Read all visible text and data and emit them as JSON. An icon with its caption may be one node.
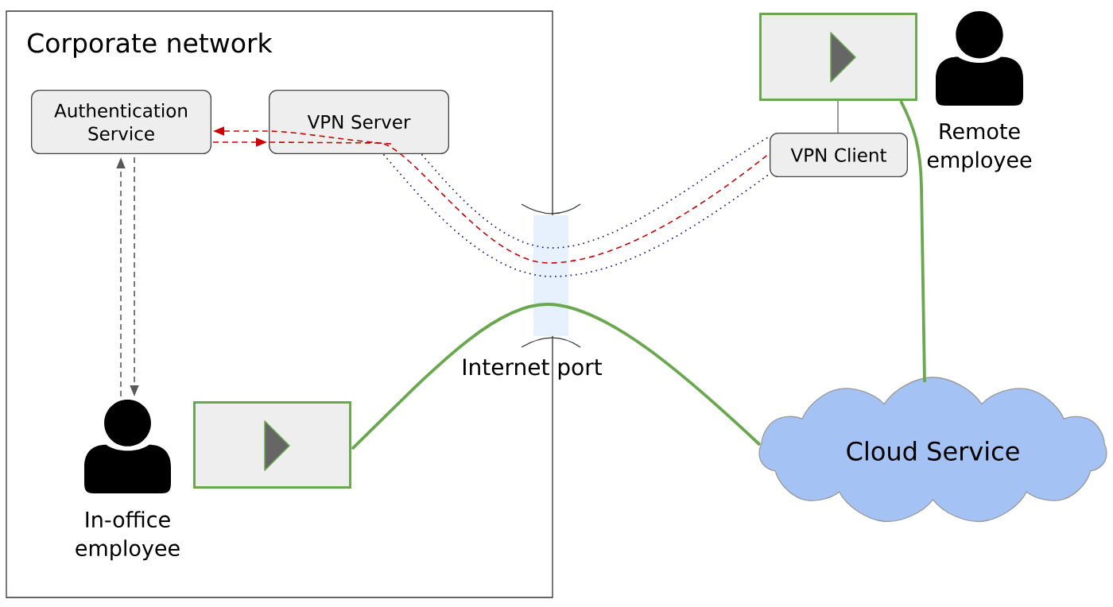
{
  "diagram": {
    "nodes": [
      {
        "text": [
          "Corporate network"
        ]
      },
      {
        "text": [
          "Authentication Service"
        ],
        "in": 0
      },
      {
        "text": [
          "VPN Server"
        ],
        "in": 0
      },
      {
        "text": [
          "In-office employee"
        ],
        "in": 0
      },
      {
        "text": [],
        "shape": "box",
        "in": 0
      },
      {
        "text": [],
        "shape": "box"
      },
      {
        "text": [
          "Remote employee"
        ]
      },
      {
        "text": [
          "VPN Client"
        ]
      },
      {
        "text": [
          "Cloud Service"
        ]
      }
    ],
    "edges": [
      {
        "from": 2,
        "to": 1,
        "arrow": "to",
        "style": "dashed",
        "color": "#cc0000"
      },
      {
        "from": 1,
        "to": 2,
        "arrow": "to",
        "style": "dashed",
        "color": "#cc0000"
      },
      {
        "from": 2,
        "to": 7,
        "arrow": "none",
        "style": "dashed",
        "color": "#cc0000"
      },
      {
        "from": 2,
        "to": 7,
        "arrow": "none",
        "style": "dashed",
        "color": "#20208c"
      },
      {
        "from": 2,
        "to": 7,
        "arrow": "none",
        "style": "dashed",
        "color": "#20208c"
      },
      {
        "from": 3,
        "to": 1,
        "arrow": "to",
        "style": "dashed",
        "color": "#595959"
      },
      {
        "from": 1,
        "to": 3,
        "arrow": "to",
        "style": "dashed",
        "color": "#595959"
      },
      {
        "from": 4,
        "to": 8,
        "arrow": "none",
        "style": "thick",
        "color": "#6aa84f"
      },
      {
        "from": 5,
        "to": 8,
        "arrow": "none",
        "style": "thick",
        "color": "#6aa84f"
      },
      {
        "from": 5,
        "to": 7,
        "arrow": "none",
        "color": "#595959"
      }
    ],
    "labels": [
      "Internet port"
    ]
  }
}
